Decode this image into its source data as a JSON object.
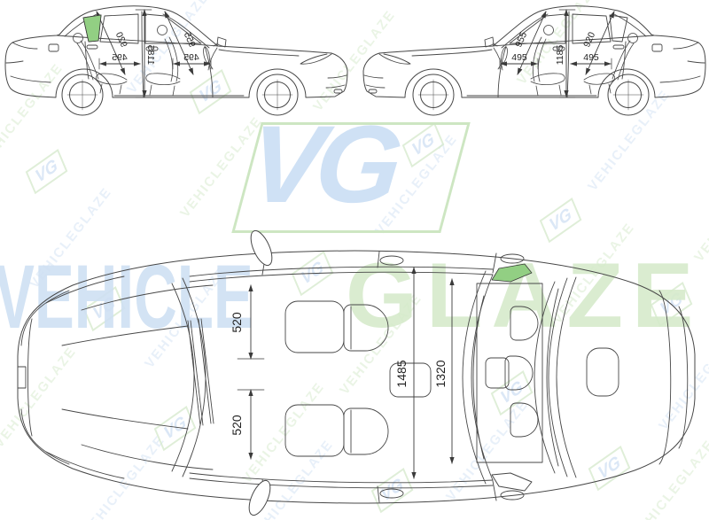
{
  "watermark": {
    "logo_text": "VG",
    "brand_word_blue": "VEHICLE",
    "brand_word_green": "GLAZE",
    "tile_text": "VEHICLEGLAZE",
    "colors": {
      "pale_blue": "#cfe0f3",
      "pale_green": "#d7ebcd",
      "frame_green": "#cde6c2"
    }
  },
  "colors": {
    "line": "#474747",
    "glass_highlight": "#92cf83",
    "background": "#ffffff"
  },
  "side_view_left": {
    "labels": {
      "rear_diag": "920",
      "front_diag": "955",
      "front_door": "495",
      "height": "1185",
      "rear_door": "495"
    }
  },
  "side_view_right": {
    "labels": {
      "front_diag": "955",
      "rear_diag": "920",
      "front_door": "495",
      "height": "1185",
      "rear_door": "495"
    }
  },
  "top_view": {
    "labels": {
      "front_upper": "520",
      "front_lower": "520",
      "overall_width": "1485",
      "inner_width": "1320"
    }
  }
}
